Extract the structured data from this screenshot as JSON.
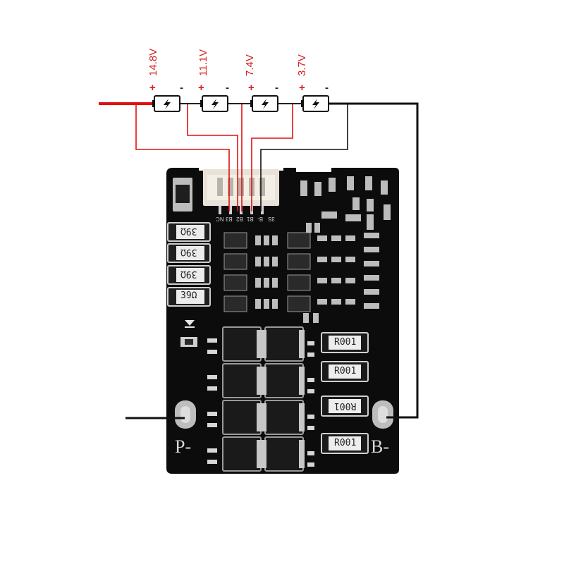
{
  "cells": [
    {
      "voltage": "14.8V",
      "plus": "+",
      "minus": "-"
    },
    {
      "voltage": "11.1V",
      "plus": "+",
      "minus": "-"
    },
    {
      "voltage": "7.4V",
      "plus": "+",
      "minus": "-"
    },
    {
      "voltage": "3.7V",
      "plus": "+",
      "minus": "-"
    }
  ],
  "board": {
    "pad_left_label": "P-",
    "pad_right_label": "B-",
    "connector_pins": [
      "NC",
      "B3",
      "B2",
      "B1",
      "B-",
      "3S"
    ],
    "balance_resistors": [
      "39Ω",
      "39Ω",
      "39Ω",
      "39Ω"
    ],
    "shunt_resistors": [
      "R001",
      "R001",
      "R001",
      "R001"
    ]
  },
  "colors": {
    "positive_wire": "#e01010",
    "negative_wire": "#111111",
    "pcb": "#0c0c0c",
    "label_red": "#d62020"
  },
  "icons": {
    "cell": "lightning-bolt-icon"
  }
}
